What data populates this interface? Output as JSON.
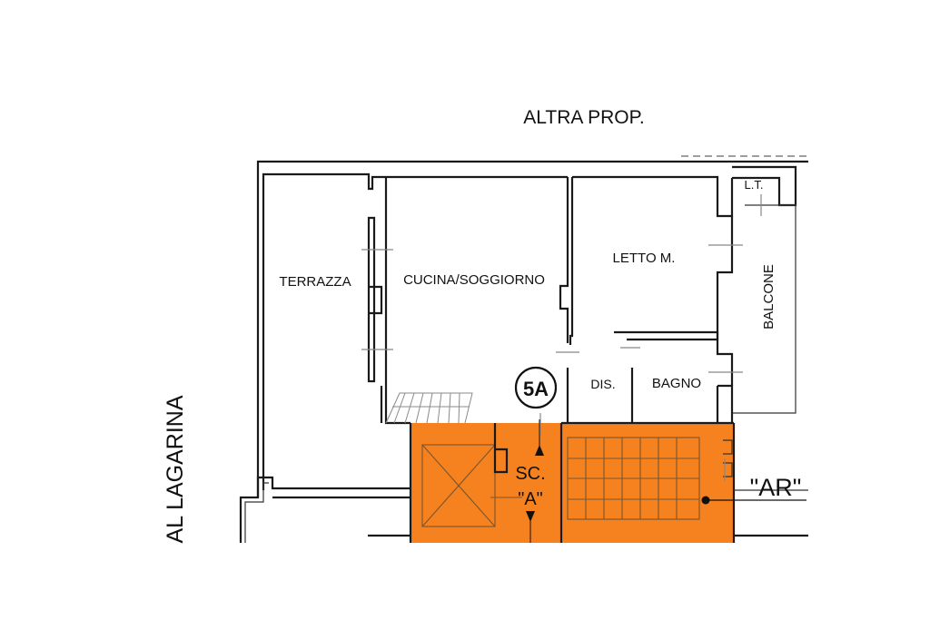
{
  "labels": {
    "neighbor": "ALTRA PROP.",
    "terrace": "TERRAZZA",
    "kitchen_living": "CUCINA/SOGGIORNO",
    "master_bedroom": "LETTO M.",
    "balcony": "BALCONE",
    "laundry": "L.T.",
    "hallway": "DIS.",
    "bathroom": "BAGNO",
    "unit": "5A",
    "stair_line1": "SC.",
    "stair_line2": "\"A\"",
    "stair_code": "\"AR\"",
    "street": "AL LAGARINA"
  },
  "colors": {
    "stairwell_fill": "#f5821f",
    "wall": "#1a1a1a"
  }
}
